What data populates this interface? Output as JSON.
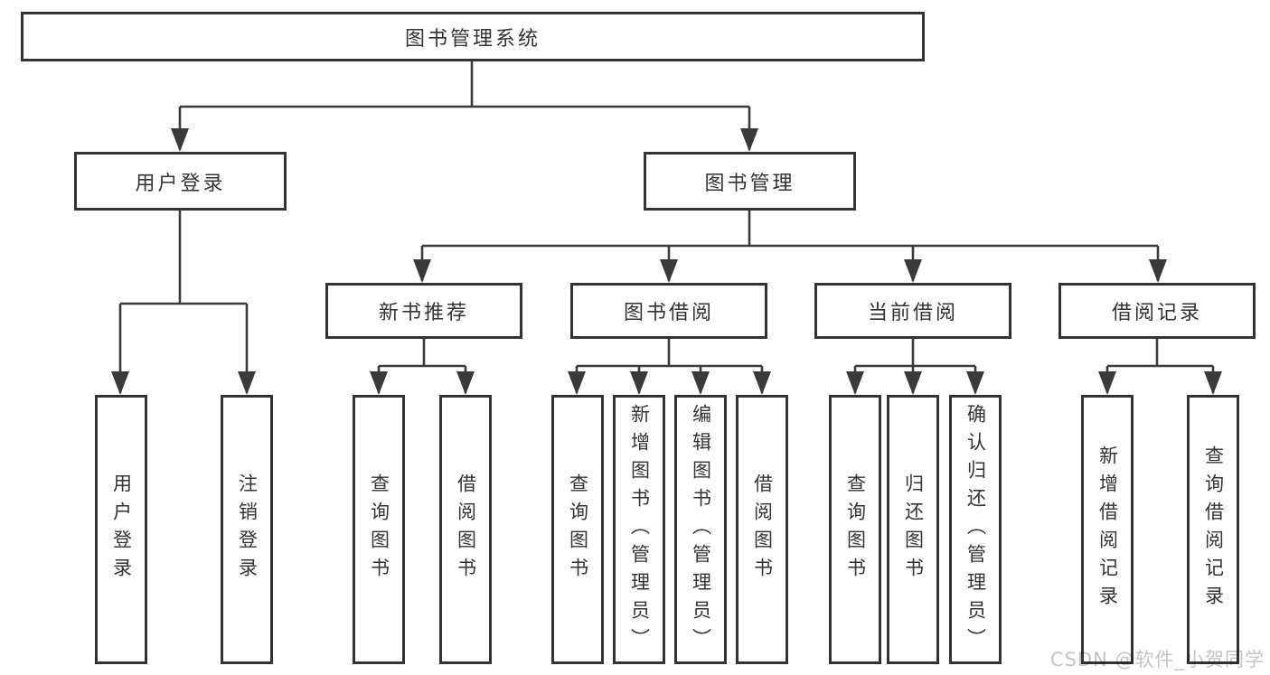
{
  "diagram": {
    "tree": {
      "label": "图书管理系统",
      "children": [
        {
          "label": "用户登录",
          "children": [
            {
              "label": "用户登录"
            },
            {
              "label": "注销登录"
            }
          ]
        },
        {
          "label": "图书管理",
          "children": [
            {
              "label": "新书推荐",
              "children": [
                {
                  "label": "查询图书"
                },
                {
                  "label": "借阅图书"
                }
              ]
            },
            {
              "label": "图书借阅",
              "children": [
                {
                  "label": "查询图书"
                },
                {
                  "label": "新增图书（管理员）"
                },
                {
                  "label": "编辑图书（管理员）"
                },
                {
                  "label": "借阅图书"
                }
              ]
            },
            {
              "label": "当前借阅",
              "children": [
                {
                  "label": "查询图书"
                },
                {
                  "label": "归还图书"
                },
                {
                  "label": "确认归还（管理员）"
                }
              ]
            },
            {
              "label": "借阅记录",
              "children": [
                {
                  "label": "新增借阅记录"
                },
                {
                  "label": "查询借阅记录"
                }
              ]
            }
          ]
        }
      ]
    },
    "colors": {
      "line": "#3a3a3a",
      "box_border": "#333333",
      "text": "#333333",
      "background": "#ffffff",
      "watermark": "#c5c5c5"
    }
  },
  "watermark": {
    "text": "CSDN @软件_小贺同学"
  }
}
